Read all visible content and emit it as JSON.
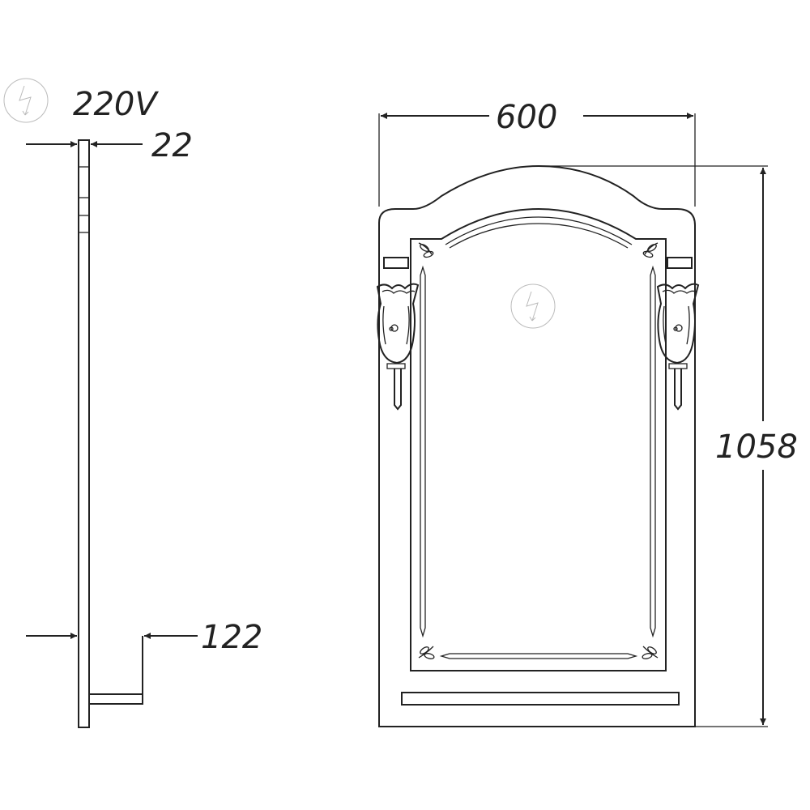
{
  "labels": {
    "voltage": "220V",
    "depth": "22",
    "shelf_depth": "122",
    "width": "600",
    "height": "1058"
  },
  "icons": {
    "side_marker": "lightning-circle-icon",
    "front_marker": "lightning-circle-icon"
  },
  "colors": {
    "line": "#222222",
    "marker": "#bbbbbb",
    "background": "#ffffff"
  }
}
